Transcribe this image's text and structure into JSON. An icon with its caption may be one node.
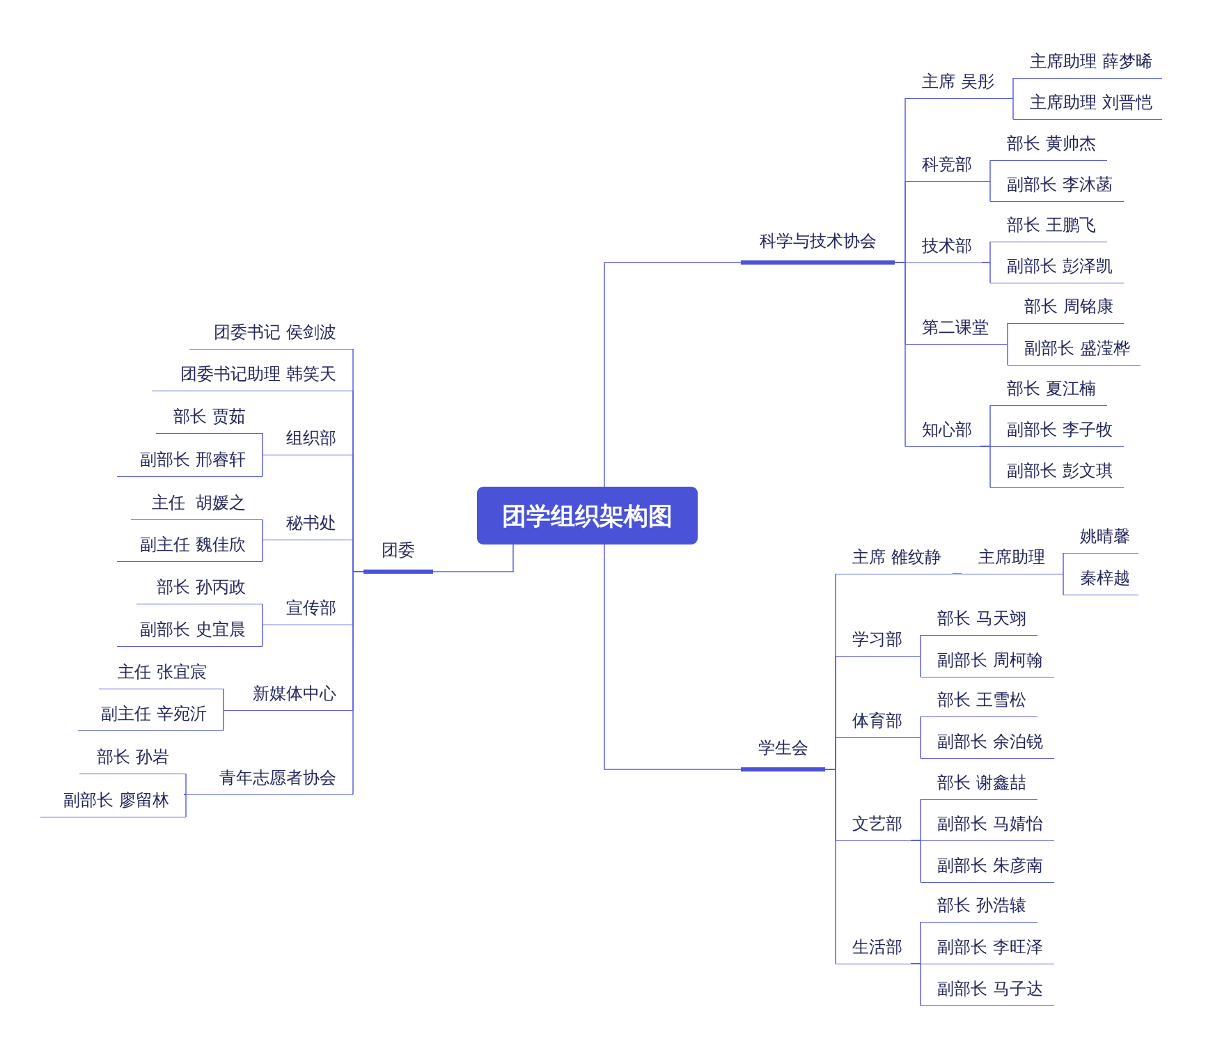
{
  "diagram": {
    "nodes": [
      {
        "text": [
          "团学组织架构图"
        ]
      },
      {
        "text": [
          "科学与技术协会"
        ]
      },
      {
        "text": [
          "主席 吴彤"
        ]
      },
      {
        "text": [
          "主席助理 薛梦晞"
        ]
      },
      {
        "text": [
          "主席助理 刘晋恺"
        ]
      },
      {
        "text": [
          "科竞部"
        ]
      },
      {
        "text": [
          "部长 黄帅杰"
        ]
      },
      {
        "text": [
          "副部长 李沐菡"
        ]
      },
      {
        "text": [
          "技术部"
        ]
      },
      {
        "text": [
          "部长 王鹏飞"
        ]
      },
      {
        "text": [
          "副部长 彭泽凯"
        ]
      },
      {
        "text": [
          "第二课堂"
        ]
      },
      {
        "text": [
          "部长 周铭康"
        ]
      },
      {
        "text": [
          "副部长 盛滢桦"
        ]
      },
      {
        "text": [
          "知心部"
        ]
      },
      {
        "text": [
          "部长 夏江楠"
        ]
      },
      {
        "text": [
          "副部长 李子牧"
        ]
      },
      {
        "text": [
          "副部长 彭文琪"
        ]
      },
      {
        "text": [
          "学生会"
        ]
      },
      {
        "text": [
          "主席 雒纹静"
        ]
      },
      {
        "text": [
          "主席助理"
        ]
      },
      {
        "text": [
          "姚晴馨"
        ]
      },
      {
        "text": [
          "秦梓越"
        ]
      },
      {
        "text": [
          "学习部"
        ]
      },
      {
        "text": [
          "部长 马天翊"
        ]
      },
      {
        "text": [
          "副部长 周柯翰"
        ]
      },
      {
        "text": [
          "体育部"
        ]
      },
      {
        "text": [
          "部长 王雪松"
        ]
      },
      {
        "text": [
          "副部长 余泊锐"
        ]
      },
      {
        "text": [
          "文艺部"
        ]
      },
      {
        "text": [
          "部长 谢鑫喆"
        ]
      },
      {
        "text": [
          "副部长 马婧怡"
        ]
      },
      {
        "text": [
          "副部长 朱彦南"
        ]
      },
      {
        "text": [
          "生活部"
        ]
      },
      {
        "text": [
          "部长 孙浩辕"
        ]
      },
      {
        "text": [
          "副部长 李旺泽"
        ]
      },
      {
        "text": [
          "副部长 马子达"
        ]
      },
      {
        "text": [
          "团委"
        ]
      },
      {
        "text": [
          "团委书记 侯剑波"
        ]
      },
      {
        "text": [
          "团委书记助理 韩笑天"
        ]
      },
      {
        "text": [
          "组织部"
        ]
      },
      {
        "text": [
          "部长 贾茹"
        ]
      },
      {
        "text": [
          "副部长 邢睿轩"
        ]
      },
      {
        "text": [
          "秘书处"
        ]
      },
      {
        "text": [
          "主任  胡媛之"
        ]
      },
      {
        "text": [
          "副主任 魏佳欣"
        ]
      },
      {
        "text": [
          "宣传部"
        ]
      },
      {
        "text": [
          "部长 孙丙政"
        ]
      },
      {
        "text": [
          "副部长 史宜晨"
        ]
      },
      {
        "text": [
          "新媒体中心"
        ]
      },
      {
        "text": [
          "主任 张宜宸"
        ]
      },
      {
        "text": [
          "副主任 辛宛沂"
        ]
      },
      {
        "text": [
          "青年志愿者协会"
        ]
      },
      {
        "text": [
          "部长 孙岩"
        ]
      },
      {
        "text": [
          "副部长 廖留林"
        ]
      }
    ],
    "edges": [
      {
        "from": 0,
        "to": 1,
        "arrow": "none"
      },
      {
        "from": 0,
        "to": 18,
        "arrow": "none"
      },
      {
        "from": 0,
        "to": 37,
        "arrow": "none"
      },
      {
        "from": 1,
        "to": 2,
        "arrow": "none"
      },
      {
        "from": 1,
        "to": 5,
        "arrow": "none"
      },
      {
        "from": 1,
        "to": 8,
        "arrow": "none"
      },
      {
        "from": 1,
        "to": 11,
        "arrow": "none"
      },
      {
        "from": 1,
        "to": 14,
        "arrow": "none"
      },
      {
        "from": 2,
        "to": 3,
        "arrow": "none"
      },
      {
        "from": 2,
        "to": 4,
        "arrow": "none"
      },
      {
        "from": 5,
        "to": 6,
        "arrow": "none"
      },
      {
        "from": 5,
        "to": 7,
        "arrow": "none"
      },
      {
        "from": 8,
        "to": 9,
        "arrow": "none"
      },
      {
        "from": 8,
        "to": 10,
        "arrow": "none"
      },
      {
        "from": 11,
        "to": 12,
        "arrow": "none"
      },
      {
        "from": 11,
        "to": 13,
        "arrow": "none"
      },
      {
        "from": 14,
        "to": 15,
        "arrow": "none"
      },
      {
        "from": 14,
        "to": 16,
        "arrow": "none"
      },
      {
        "from": 14,
        "to": 17,
        "arrow": "none"
      },
      {
        "from": 18,
        "to": 19,
        "arrow": "none"
      },
      {
        "from": 18,
        "to": 23,
        "arrow": "none"
      },
      {
        "from": 18,
        "to": 26,
        "arrow": "none"
      },
      {
        "from": 18,
        "to": 29,
        "arrow": "none"
      },
      {
        "from": 18,
        "to": 33,
        "arrow": "none"
      },
      {
        "from": 19,
        "to": 20,
        "arrow": "none"
      },
      {
        "from": 20,
        "to": 21,
        "arrow": "none"
      },
      {
        "from": 20,
        "to": 22,
        "arrow": "none"
      },
      {
        "from": 23,
        "to": 24,
        "arrow": "none"
      },
      {
        "from": 23,
        "to": 25,
        "arrow": "none"
      },
      {
        "from": 26,
        "to": 27,
        "arrow": "none"
      },
      {
        "from": 26,
        "to": 28,
        "arrow": "none"
      },
      {
        "from": 29,
        "to": 30,
        "arrow": "none"
      },
      {
        "from": 29,
        "to": 31,
        "arrow": "none"
      },
      {
        "from": 29,
        "to": 32,
        "arrow": "none"
      },
      {
        "from": 33,
        "to": 34,
        "arrow": "none"
      },
      {
        "from": 33,
        "to": 35,
        "arrow": "none"
      },
      {
        "from": 33,
        "to": 36,
        "arrow": "none"
      },
      {
        "from": 37,
        "to": 38,
        "arrow": "none"
      },
      {
        "from": 37,
        "to": 39,
        "arrow": "none"
      },
      {
        "from": 37,
        "to": 40,
        "arrow": "none"
      },
      {
        "from": 37,
        "to": 43,
        "arrow": "none"
      },
      {
        "from": 37,
        "to": 46,
        "arrow": "none"
      },
      {
        "from": 37,
        "to": 49,
        "arrow": "none"
      },
      {
        "from": 37,
        "to": 52,
        "arrow": "none"
      },
      {
        "from": 40,
        "to": 41,
        "arrow": "none"
      },
      {
        "from": 40,
        "to": 42,
        "arrow": "none"
      },
      {
        "from": 43,
        "to": 44,
        "arrow": "none"
      },
      {
        "from": 43,
        "to": 45,
        "arrow": "none"
      },
      {
        "from": 46,
        "to": 47,
        "arrow": "none"
      },
      {
        "from": 46,
        "to": 48,
        "arrow": "none"
      },
      {
        "from": 49,
        "to": 50,
        "arrow": "none"
      },
      {
        "from": 49,
        "to": 51,
        "arrow": "none"
      },
      {
        "from": 52,
        "to": 53,
        "arrow": "none"
      },
      {
        "from": 52,
        "to": 54,
        "arrow": "none"
      }
    ]
  }
}
